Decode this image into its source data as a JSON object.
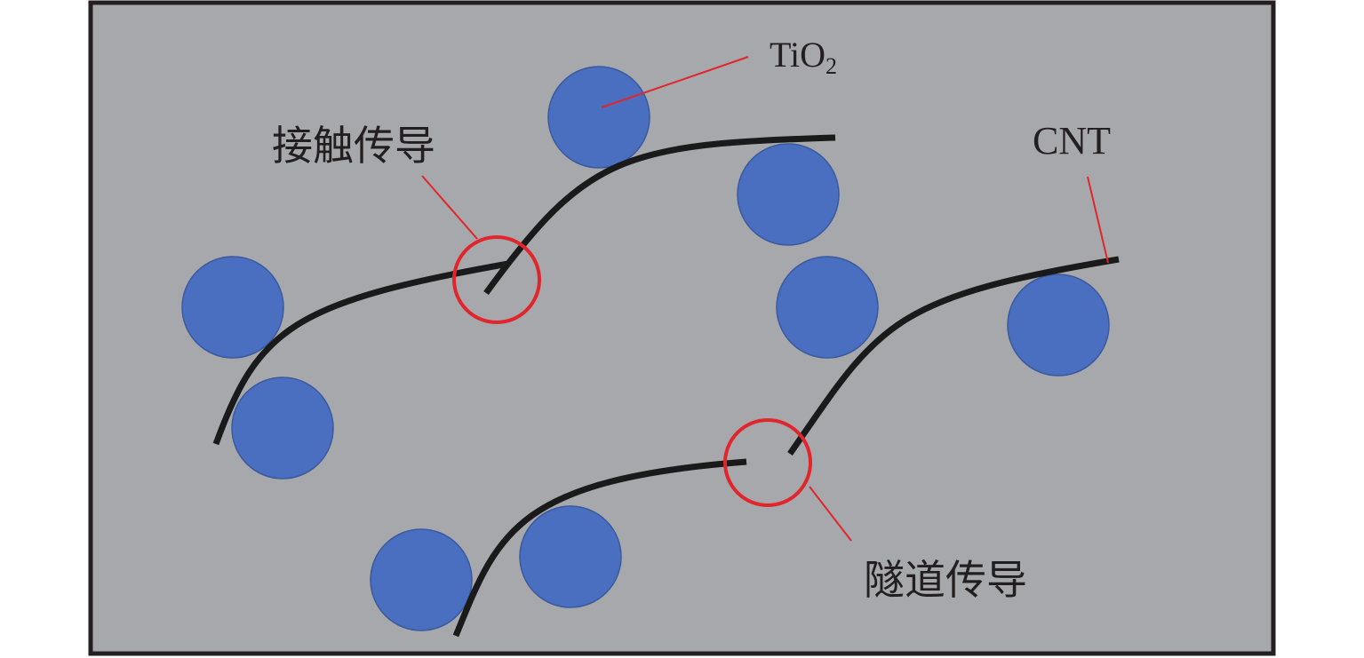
{
  "labels": {
    "tio2_main": "TiO",
    "tio2_sub": "2",
    "cnt": "CNT",
    "contact_conduction": "接触传导",
    "tunneling_conduction": "隧道传导"
  },
  "colors": {
    "matrix": "#a7a8ab",
    "border": "#231f20",
    "particle": "#4a6fc1",
    "particle_stroke": "#3b5a9e",
    "cnt": "#1a1a1a",
    "highlight": "#e0262c"
  },
  "elements": {
    "particles": "TiO2-particle",
    "nanotubes": "carbon-nanotube",
    "junctions": [
      "contact-junction",
      "tunneling-junction"
    ]
  }
}
